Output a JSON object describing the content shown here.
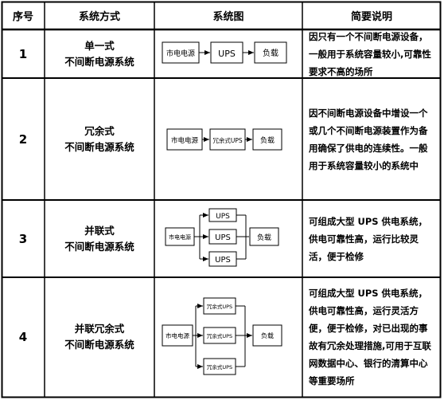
{
  "header": {
    "col1": "序号",
    "col2": "系统方式",
    "col3": "系统图",
    "col4": "简要说明"
  },
  "rows": [
    {
      "num": "1",
      "mode_line1": "单一式",
      "mode_line2": "不间断电源系统",
      "diagram": {
        "source": "市电电源",
        "ups": "UPS",
        "load": "负载"
      },
      "desc": "因只有一个不间断电源设备，一般用于系统容量较小,可靠性要求不高的场所"
    },
    {
      "num": "2",
      "mode_line1": "冗余式",
      "mode_line2": "不间断电源系统",
      "diagram": {
        "source": "市电电源",
        "ups": "冗余式UPS",
        "load": "负载"
      },
      "desc": "因不间断电源设备中增设一个或几个不间断电源装置作为备用确保了供电的连续性。一般用于系统容量较小的系统中"
    },
    {
      "num": "3",
      "mode_line1": "并联式",
      "mode_line2": "不间断电源系统",
      "diagram": {
        "source": "市电电源",
        "ups1": "UPS",
        "ups2": "UPS",
        "ups3": "UPS",
        "load": "负载"
      },
      "desc": "可组成大型 UPS 供电系统，供电可靠性高，运行比较灵活，便于检修"
    },
    {
      "num": "4",
      "mode_line1": "并联冗余式",
      "mode_line2": "不间断电源系统",
      "diagram": {
        "source": "市电电源",
        "ups1": "冗余式UPS",
        "ups2": "冗余式UPS",
        "ups3": "冗余式UPS",
        "load": "负载"
      },
      "desc": "可组成大型 UPS 供电系统，供电可靠性高，运行灵活方便，便于检修，对已出现的事故有冗余处理措施,可用于互联网数据中心、银行的清算中心等重要场所"
    }
  ]
}
